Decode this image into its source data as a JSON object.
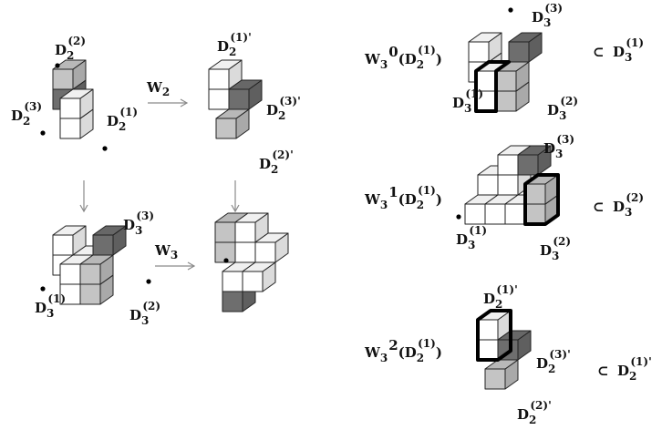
{
  "colors": {
    "white": "#ffffff",
    "light": "#c4c4c4",
    "dark": "#6e6e6e",
    "edge": "#222222"
  },
  "labels": {
    "tl_D22": {
      "base": "D",
      "sub": "2",
      "sup": "(2)"
    },
    "tl_D23": {
      "base": "D",
      "sub": "2",
      "sup": "(3)"
    },
    "tl_D21": {
      "base": "D",
      "sub": "2",
      "sup": "(1)"
    },
    "tm_D21p": {
      "base": "D",
      "sub": "2",
      "sup": "(1)'"
    },
    "tm_D23p": {
      "base": "D",
      "sub": "2",
      "sup": "(3)'"
    },
    "tm_D22p": {
      "base": "D",
      "sub": "2",
      "sup": "(2)'"
    },
    "bl_D33": {
      "base": "D",
      "sub": "3",
      "sup": "(3)"
    },
    "bl_D31": {
      "base": "D",
      "sub": "3",
      "sup": "(1)"
    },
    "bl_D32": {
      "base": "D",
      "sub": "3",
      "sup": "(2)"
    },
    "r1_D33": {
      "base": "D",
      "sub": "3",
      "sup": "(3)"
    },
    "r1_D31": {
      "base": "D",
      "sub": "3",
      "sup": "(1)"
    },
    "r1_D32": {
      "base": "D",
      "sub": "3",
      "sup": "(2)"
    },
    "r2_D33": {
      "base": "D",
      "sub": "3",
      "sup": "(3)"
    },
    "r2_D31": {
      "base": "D",
      "sub": "3",
      "sup": "(1)"
    },
    "r2_D32": {
      "base": "D",
      "sub": "3",
      "sup": "(2)"
    },
    "r3_D21p": {
      "base": "D",
      "sub": "2",
      "sup": "(1)'"
    },
    "r3_D23p": {
      "base": "D",
      "sub": "2",
      "sup": "(3)'"
    },
    "r3_D22p": {
      "base": "D",
      "sub": "2",
      "sup": "(2)'"
    }
  },
  "maps": {
    "w2": {
      "base": "W",
      "sub": "2"
    },
    "w3": {
      "base": "W",
      "sub": "3"
    }
  },
  "relations": [
    {
      "lhs_base": "W",
      "lhs_sub": "3",
      "lhs_sup": "0",
      "arg": "(D",
      "arg_sub": "2",
      "arg_sup": "(1)",
      "close": ")",
      "op": "⊂",
      "rhs_base": "D",
      "rhs_sub": "3",
      "rhs_sup": "(1)"
    },
    {
      "lhs_base": "W",
      "lhs_sub": "3",
      "lhs_sup": "1",
      "arg": "(D",
      "arg_sub": "2",
      "arg_sup": "(1)",
      "close": ")",
      "op": "⊂",
      "rhs_base": "D",
      "rhs_sub": "3",
      "rhs_sup": "(2)"
    },
    {
      "lhs_base": "W",
      "lhs_sub": "3",
      "lhs_sup": "2",
      "arg": "(D",
      "arg_sub": "2",
      "arg_sup": "(1)",
      "close": ")",
      "op": "⊂",
      "rhs_base": "D",
      "rhs_sub": "2",
      "rhs_sup": "(1)'"
    }
  ]
}
